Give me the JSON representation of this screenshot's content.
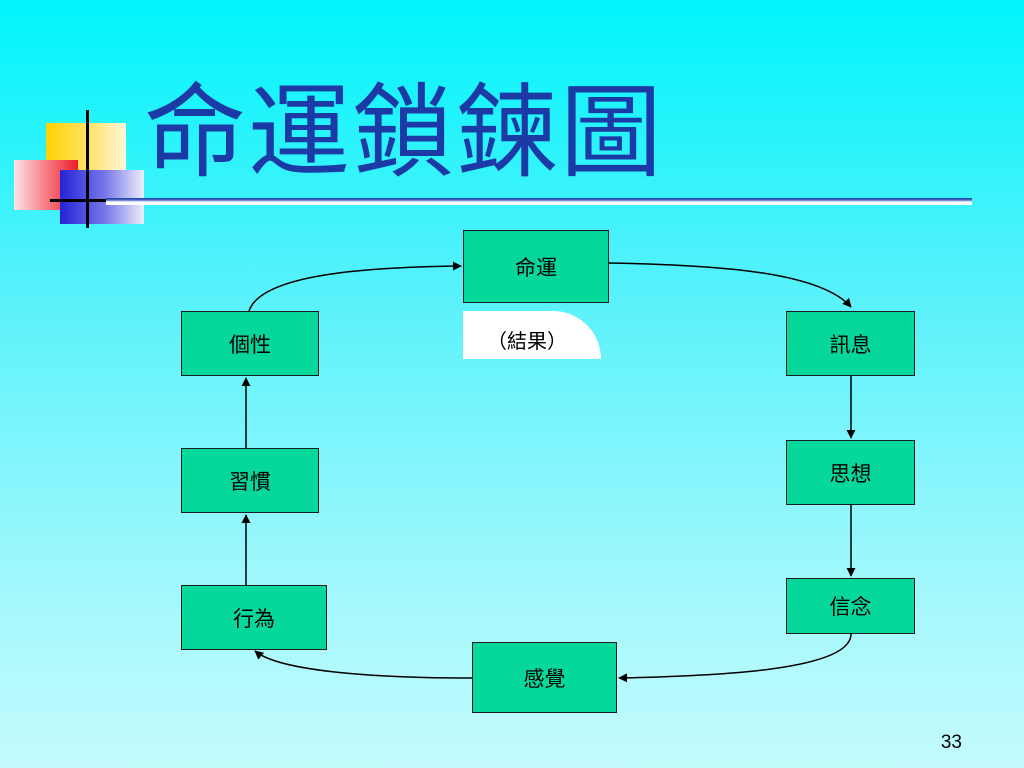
{
  "slide": {
    "title": "命運鎖鍊圖",
    "page_number": "33"
  },
  "diagram": {
    "nodes": {
      "destiny": "命運",
      "message": "訊息",
      "thought": "思想",
      "belief": "信念",
      "feeling": "感覺",
      "behavior": "行為",
      "habit": "習慣",
      "personality": "個性"
    },
    "result_label": "（結果）"
  },
  "colors": {
    "node_fill": "#06d89b",
    "title": "#1b3aa6",
    "background_top": "#00f4fb",
    "background_bottom": "#c4fbfd"
  }
}
